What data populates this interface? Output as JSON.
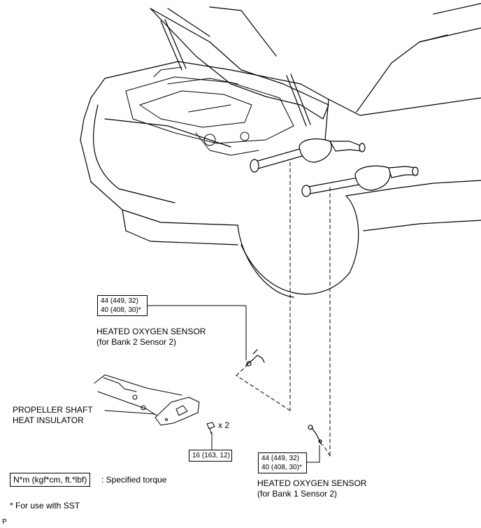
{
  "torque_boxes": {
    "bank2": {
      "line1": "44 (449, 32)",
      "line2": "40 (408, 30)*"
    },
    "bank1": {
      "line1": "44 (449, 32)",
      "line2": "40 (408, 30)*"
    },
    "insulator_bolt": {
      "line1": "16 (163, 12)"
    }
  },
  "labels": {
    "bank2_sensor": {
      "line1": "HEATED OXYGEN SENSOR",
      "line2": "(for Bank 2 Sensor 2)"
    },
    "bank1_sensor": {
      "line1": "HEATED OXYGEN SENSOR",
      "line2": "(for Bank 1 Sensor 2)"
    },
    "insulator": {
      "line1": "PROPELLER SHAFT",
      "line2": "HEAT INSULATOR"
    },
    "bolt_qty": "x 2"
  },
  "legend": {
    "unit_box": "N*m (kgf*cm, ft.*lbf)",
    "unit_desc": ": Specified torque",
    "footnote": "* For use with SST"
  },
  "corner_mark": "P"
}
